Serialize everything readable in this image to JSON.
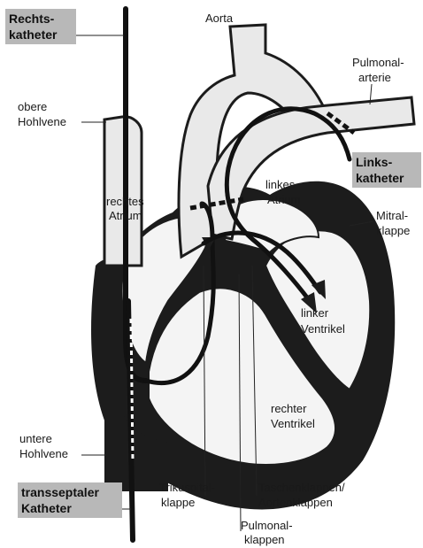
{
  "labels": {
    "rechtskatheter": [
      "Rechts-",
      "katheter"
    ],
    "aorta": "Aorta",
    "pulmonalarterie": [
      "Pulmonal-",
      "arterie"
    ],
    "obere_hohlvene": [
      "obere",
      "Hohlvene"
    ],
    "linkskatheter": [
      "Links-",
      "katheter"
    ],
    "linkes_atrium": [
      "linkes",
      "Atrium"
    ],
    "rechtes_atrium": [
      "rechtes",
      "Atrium"
    ],
    "mitralklappe": [
      "Mitral-",
      "klappe"
    ],
    "linker_ventrikel": [
      "linker",
      "Ventrikel"
    ],
    "rechter_ventrikel": [
      "rechter",
      "Ventrikel"
    ],
    "untere_hohlvene": [
      "untere",
      "Hohlvene"
    ],
    "transseptaler_katheter": [
      "transseptaler",
      "Katheter"
    ],
    "trikuspitalklappe": [
      "Trikuspital-",
      "klappe"
    ],
    "taschenklappen": [
      "Taschenklappen/",
      "Aortenklappen"
    ],
    "pulmonalklappen": [
      "Pulmonal-",
      "klappen"
    ]
  },
  "colors": {
    "muscle": "#1c1c1c",
    "chamber": "#f4f4f4",
    "label_box": "#b8b8b8"
  }
}
